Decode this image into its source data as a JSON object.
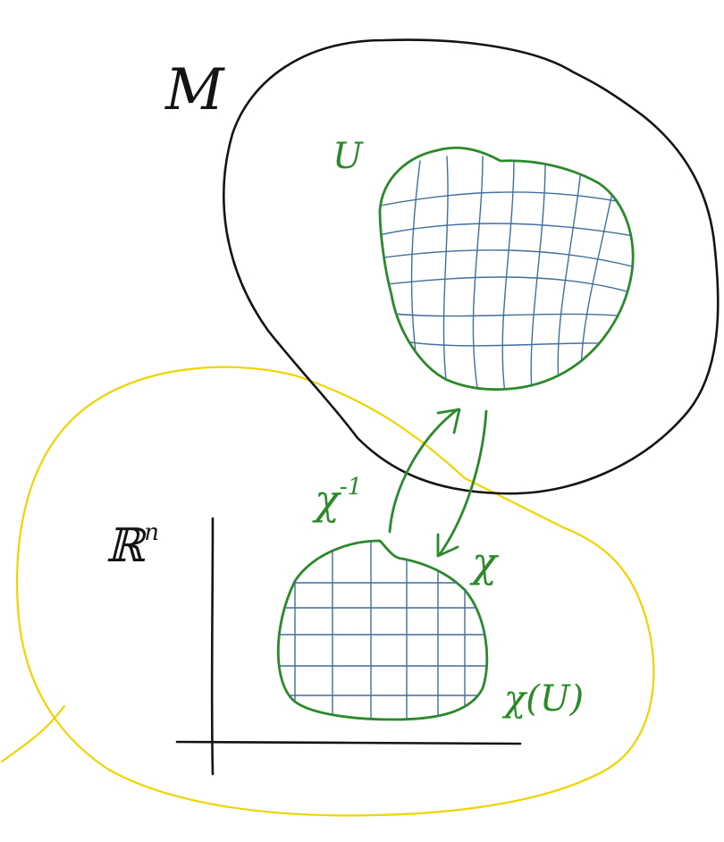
{
  "labels": {
    "manifold": "M",
    "open_set": "U",
    "euclidean": "ℝ",
    "euclidean_exp": "n",
    "chart_map": "χ",
    "inverse_map": "χ",
    "inverse_exp": "-1",
    "image_set": "χ(U)"
  },
  "colors": {
    "manifold_ink": "#141414",
    "chart_ink": "#2a8a2a",
    "euclidean_region_ink": "#f0d400",
    "grid_ink": "#3f6f9f"
  }
}
